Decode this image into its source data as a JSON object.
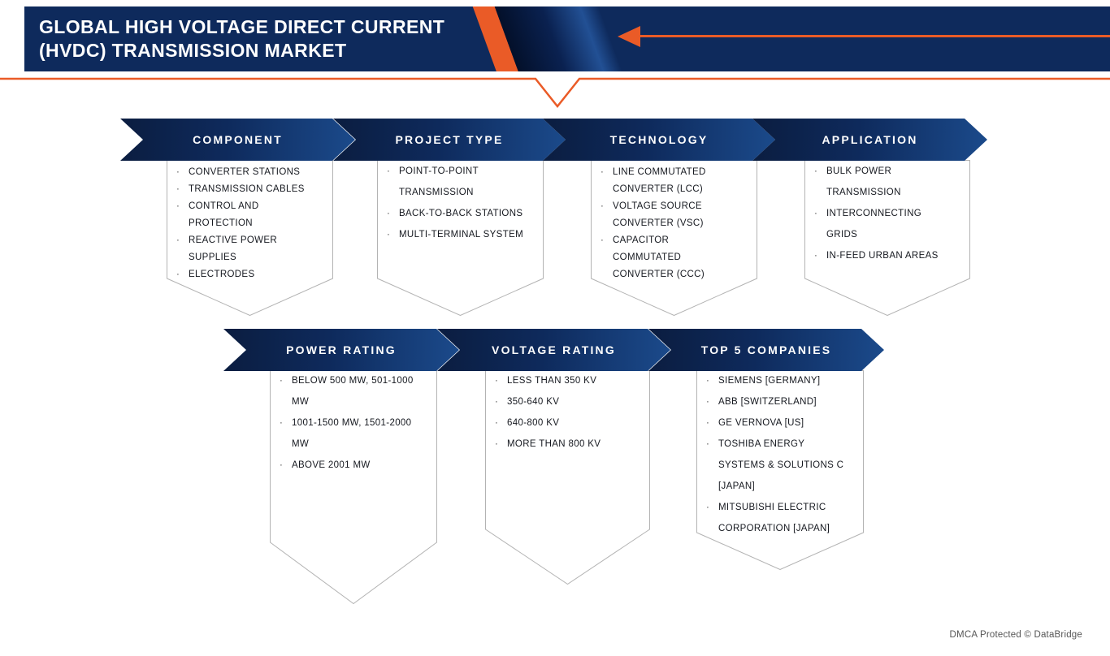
{
  "header": {
    "title_line1": "GLOBAL HIGH VOLTAGE DIRECT CURRENT",
    "title_line2": "(HVDC) TRANSMISSION MARKET"
  },
  "colors": {
    "navy": "#0e2a5c",
    "orange": "#ea5b27",
    "box_border": "#b3b3b3",
    "text": "#15181f"
  },
  "segments": [
    {
      "label": "COMPONENT",
      "items": [
        "CONVERTER STATIONS",
        "TRANSMISSION CABLES",
        "CONTROL AND PROTECTION",
        "REACTIVE POWER SUPPLIES",
        "ELECTRODES"
      ]
    },
    {
      "label": "PROJECT TYPE",
      "items": [
        "POINT-TO-POINT TRANSMISSION",
        "BACK-TO-BACK STATIONS",
        "MULTI-TERMINAL SYSTEM"
      ]
    },
    {
      "label": "TECHNOLOGY",
      "items": [
        "LINE COMMUTATED CONVERTER (LCC)",
        "VOLTAGE SOURCE CONVERTER (VSC)",
        "CAPACITOR COMMUTATED CONVERTER (CCC)"
      ]
    },
    {
      "label": "APPLICATION",
      "items": [
        "BULK POWER TRANSMISSION",
        "INTERCONNECTING GRIDS",
        "IN-FEED URBAN AREAS"
      ]
    },
    {
      "label": "POWER RATING",
      "items": [
        "BELOW 500 MW, 501-1000 MW",
        "1001-1500 MW, 1501-2000 MW",
        "ABOVE 2001 MW"
      ]
    },
    {
      "label": "VOLTAGE RATING",
      "items": [
        "LESS THAN 350 KV",
        "350-640 KV",
        "640-800 KV",
        "MORE THAN 800 KV"
      ]
    },
    {
      "label": "TOP 5 COMPANIES",
      "items": [
        "SIEMENS [GERMANY]",
        "ABB [SWITZERLAND]",
        "GE VERNOVA [US]",
        "TOSHIBA ENERGY SYSTEMS & SOLUTIONS C [JAPAN]",
        "MITSUBISHI ELECTRIC CORPORATION [JAPAN]"
      ]
    }
  ],
  "footer": {
    "dmca_text": "DMCA Protected © DataBridge"
  }
}
